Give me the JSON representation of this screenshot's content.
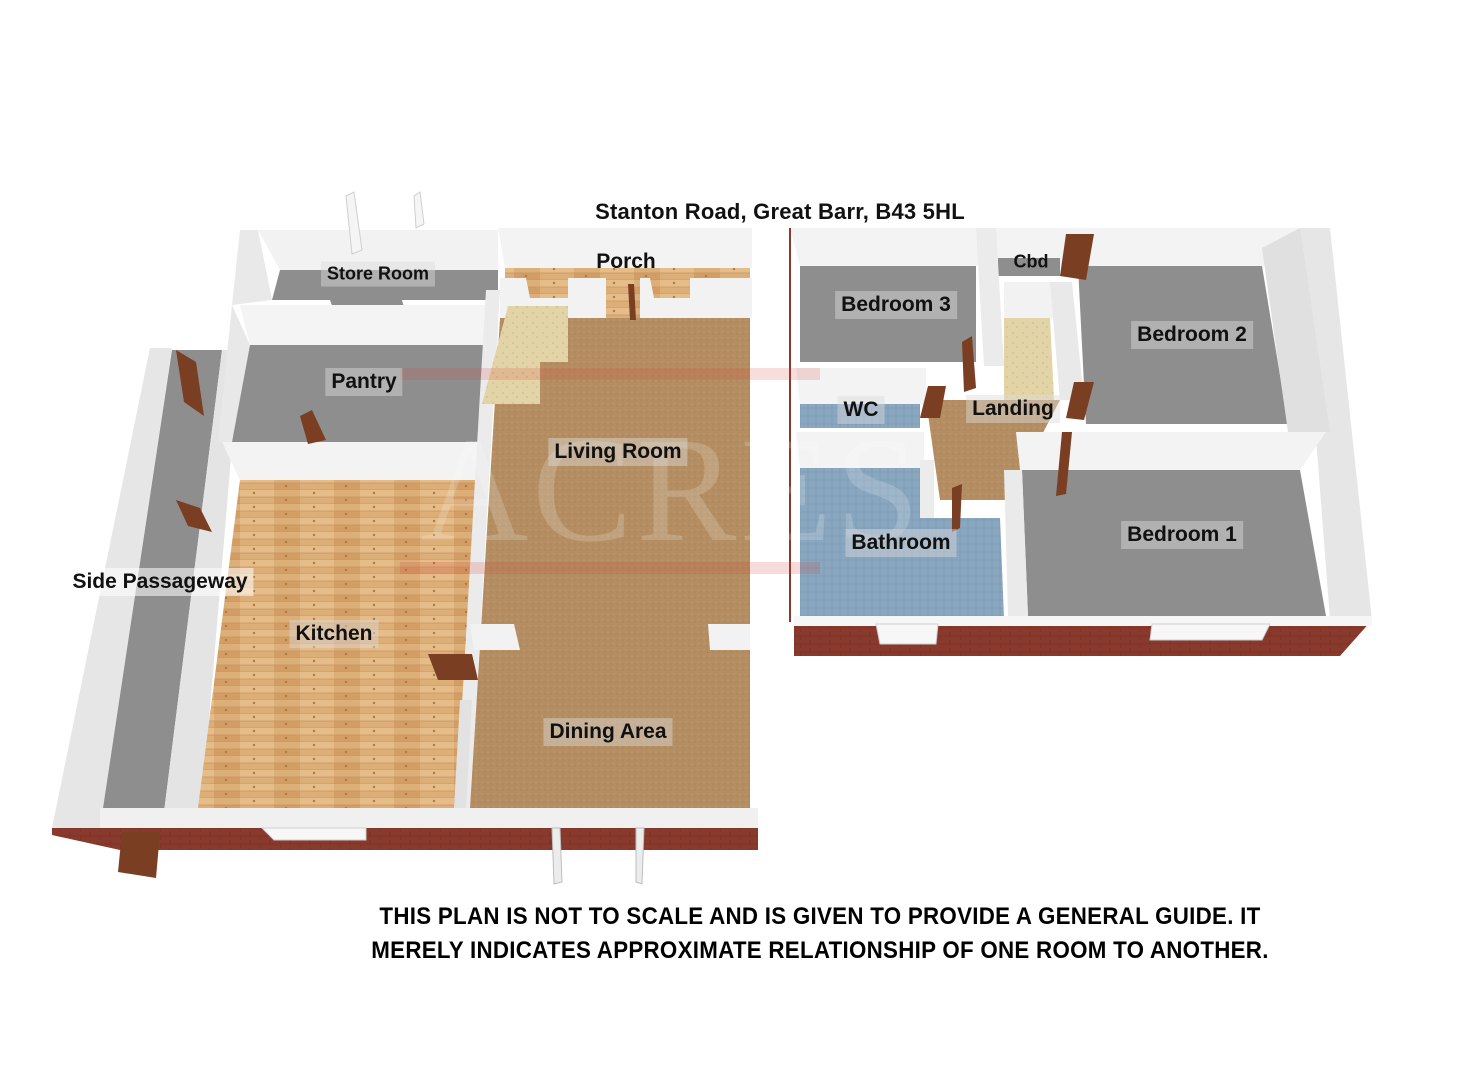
{
  "plan": {
    "title": "Stanton Road, Great Barr, B43 5HL",
    "watermark": "ACRES",
    "disclaimer": "THIS PLAN IS NOT TO SCALE AND IS GIVEN TO PROVIDE A GENERAL GUIDE. IT MERELY INDICATES APPROXIMATE RELATIONSHIP OF ONE ROOM TO ANOTHER.",
    "ground_floor": {
      "rooms": [
        {
          "name": "Store Room",
          "floor": "grey"
        },
        {
          "name": "Porch",
          "floor": "wood"
        },
        {
          "name": "Pantry",
          "floor": "grey"
        },
        {
          "name": "Living Room",
          "floor": "carpet"
        },
        {
          "name": "Side Passageway",
          "floor": "grey"
        },
        {
          "name": "Kitchen",
          "floor": "wood"
        },
        {
          "name": "Dining Area",
          "floor": "carpet"
        }
      ]
    },
    "first_floor": {
      "rooms": [
        {
          "name": "Cbd",
          "floor": "grey"
        },
        {
          "name": "Bedroom 3",
          "floor": "grey"
        },
        {
          "name": "Bedroom 2",
          "floor": "grey"
        },
        {
          "name": "WC",
          "floor": "tile"
        },
        {
          "name": "Landing",
          "floor": "carpet"
        },
        {
          "name": "Bathroom",
          "floor": "tile"
        },
        {
          "name": "Bedroom 1",
          "floor": "grey"
        }
      ]
    },
    "colors": {
      "wall_top": "#f4f4f4",
      "wall_side": "#dedede",
      "grey_floor": "#8e8e8e",
      "carpet": "#b48e62",
      "wood": "#dcae78",
      "tile": "#7e9bb4",
      "brick": "#8a3a2c",
      "door": "#7a3e22",
      "stairs": "#e0d0a4",
      "watermark_red": "#d4403a"
    }
  }
}
